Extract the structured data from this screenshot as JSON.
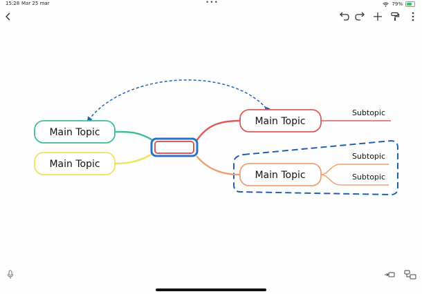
{
  "status": {
    "time": "15:28",
    "date": "Mar 25 mar",
    "battery": "79%"
  },
  "toolbar": {
    "icons": [
      "back-icon",
      "undo-icon",
      "redo-icon",
      "add-icon",
      "format-paint-icon",
      "more-vertical-icon"
    ]
  },
  "mindmap": {
    "central": {
      "label": ""
    },
    "topics": [
      {
        "label": "Main Topic",
        "color": "#3dbf9b"
      },
      {
        "label": "Main Topic",
        "color": "#f0e45a"
      },
      {
        "label": "Main Topic",
        "color": "#e05a5a"
      },
      {
        "label": "Main Topic",
        "color": "#f0a070"
      }
    ],
    "subtopics": [
      {
        "label": "Subtopic"
      },
      {
        "label": "Subtopic"
      },
      {
        "label": "Subtopic"
      }
    ],
    "colors": {
      "central_border": "#e05a5a",
      "selection": "#2a72c9",
      "relationship": "#1e63b8",
      "boundary": "#1e5fb0"
    }
  }
}
